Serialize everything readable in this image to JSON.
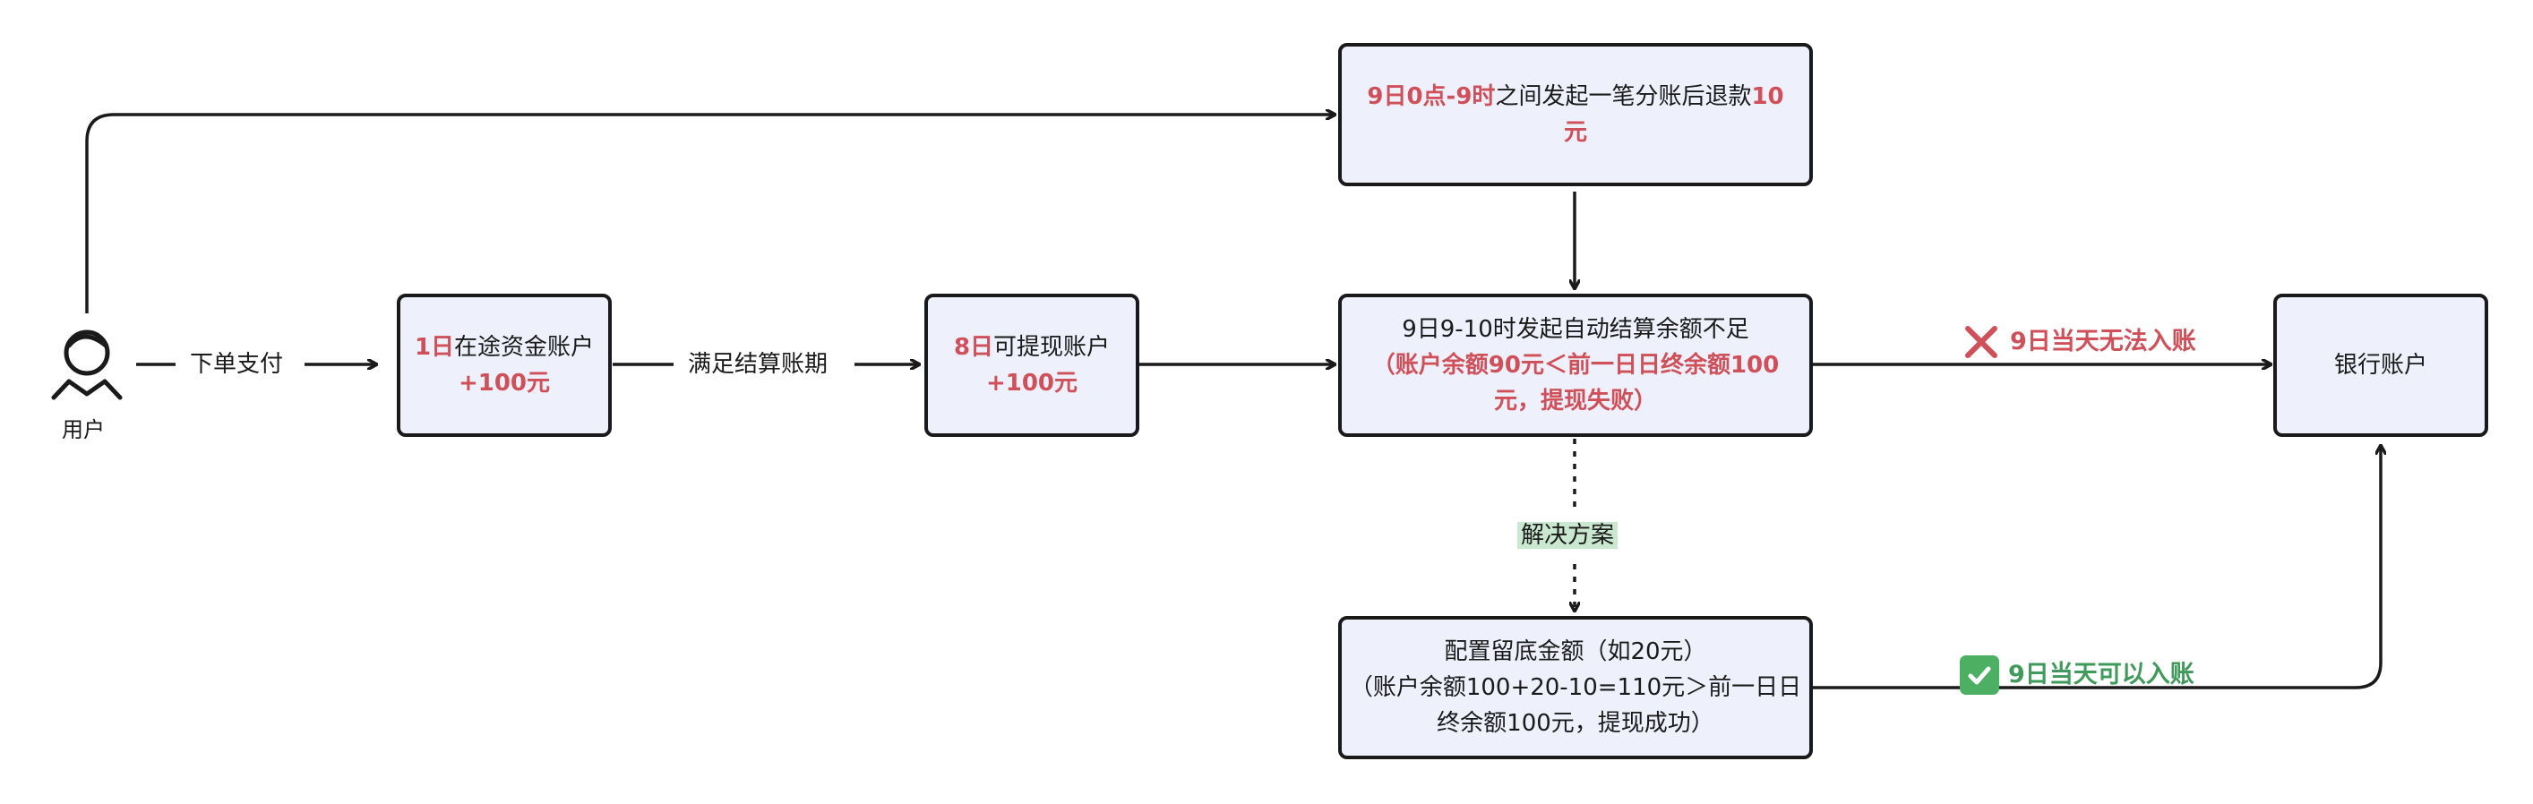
{
  "user": {
    "label": "用户"
  },
  "edges": {
    "pay": "下单支付",
    "settle": "满足结算账期",
    "solution": "解决方案"
  },
  "nodes": {
    "in_transit": {
      "date": "1日",
      "text": "在途资金账户",
      "amount": "+100元"
    },
    "withdrawable": {
      "date": "8日",
      "text": "可提现账户",
      "amount": "+100元"
    },
    "refund": {
      "highlight": "9日0点-9时",
      "text": "之间发起一笔分账后退款",
      "amount_a": "10",
      "amount_b": "元"
    },
    "auto_settle": {
      "line1": "9日9-10时发起自动结算余额不足",
      "line2": "（账户余额90元＜前一日日终余额100",
      "line3": "元，提现失败）"
    },
    "reserve": {
      "line1": "配置留底金额（如20元）",
      "line2": "（账户余额100+20-10=110元＞前一日日",
      "line3": "终余额100元，提现成功）"
    },
    "bank": {
      "text": "银行账户"
    }
  },
  "status": {
    "fail": "9日当天无法入账",
    "success": "9日当天可以入账"
  },
  "colors": {
    "highlight_red": "#d0505a",
    "success_green": "#3f9a5b",
    "node_fill": "#eef1fb",
    "solution_fill": "#c9e8cf"
  },
  "icons": {
    "user": "user-icon",
    "fail": "cross-icon",
    "success": "check-icon"
  }
}
